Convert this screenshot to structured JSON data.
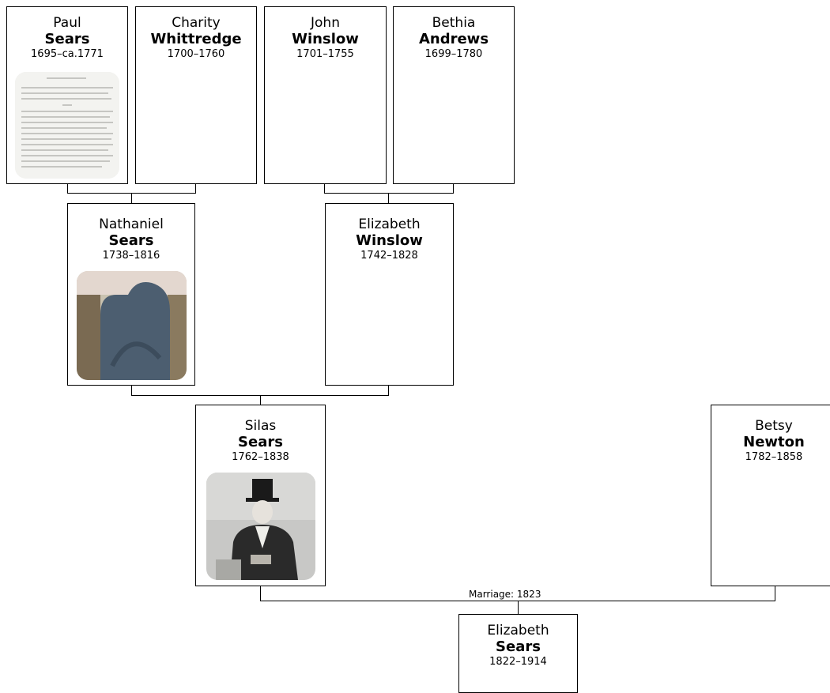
{
  "people": {
    "paul_sears": {
      "given": "Paul",
      "surname": "Sears",
      "dates": "1695–ca.1771"
    },
    "charity_whittredge": {
      "given": "Charity",
      "surname": "Whittredge",
      "dates": "1700–1760"
    },
    "john_winslow": {
      "given": "John",
      "surname": "Winslow",
      "dates": "1701–1755"
    },
    "bethia_andrews": {
      "given": "Bethia",
      "surname": "Andrews",
      "dates": "1699–1780"
    },
    "nathaniel_sears": {
      "given": "Nathaniel",
      "surname": "Sears",
      "dates": "1738–1816"
    },
    "elizabeth_winslow": {
      "given": "Elizabeth",
      "surname": "Winslow",
      "dates": "1742–1828"
    },
    "silas_sears": {
      "given": "Silas",
      "surname": "Sears",
      "dates": "1762–1838"
    },
    "betsy_newton": {
      "given": "Betsy",
      "surname": "Newton",
      "dates": "1782–1858"
    },
    "elizabeth_sears": {
      "given": "Elizabeth",
      "surname": "Sears",
      "dates": "1822–1914"
    }
  },
  "marriage_label": "Marriage: 1823"
}
